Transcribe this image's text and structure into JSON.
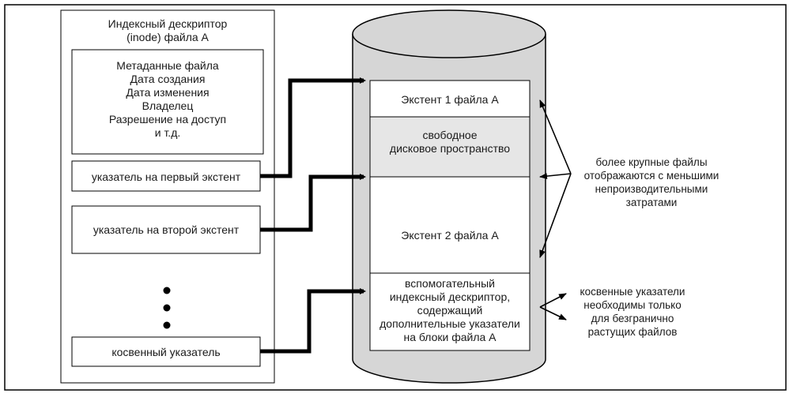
{
  "inode": {
    "title_line1": "Индексный дескриптор",
    "title_line2": "(inode)  файла А",
    "metadata_lines": [
      "Метаданные файла",
      "Дата создания",
      "Дата изменения",
      "Владелец",
      "Разрешение на доступ",
      "и т.д."
    ],
    "pointer_first": "указатель на первый экстент",
    "pointer_second": "указатель на второй экстент",
    "pointer_indirect": "косвенный указатель"
  },
  "disk": {
    "extent1": "Экстент 1 файла А",
    "free_line1": "свободное",
    "free_line2": "дисковое пространство",
    "extent2": "Экстент 2 файла А",
    "aux_lines": [
      "вспомогательный",
      "индексный дескриптор,",
      "содержащий",
      "дополнительные указатели",
      "на блоки файла А"
    ]
  },
  "notes": {
    "large_files": [
      "более крупные файлы",
      "отображаются с меньшими",
      "непроизводительными",
      "затратами"
    ],
    "indirect": [
      "косвенные указатели",
      "необходимы только",
      "для безгранично",
      "растущих файлов"
    ]
  },
  "colors": {
    "disk_fill": "#d6d6d6",
    "free_space_fill": "#e6e6e6",
    "line": "#000000"
  }
}
